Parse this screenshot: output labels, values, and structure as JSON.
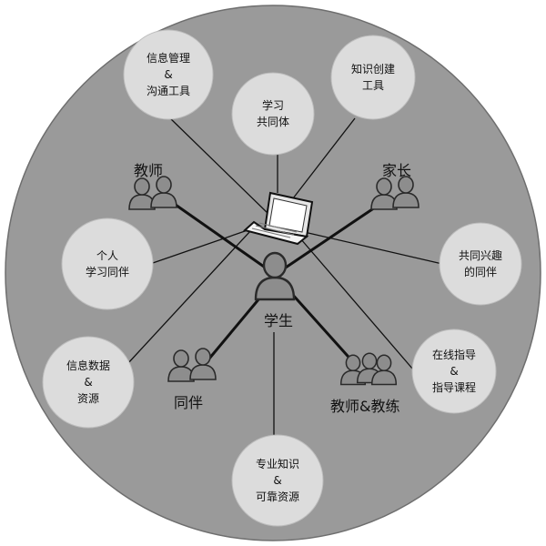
{
  "colors": {
    "outer_circle": "#9a9a9a",
    "outer_stroke": "#6e6e6e",
    "satellite_fill": "#dcdcdc",
    "satellite_stroke": "#bdbdbd",
    "person_fill": "#8d8d8d",
    "person_stroke": "#2a2a2a",
    "line_thin": "#111111",
    "line_thick": "#111111"
  },
  "satellites": [
    {
      "id": "sat-info-mgmt",
      "lines": [
        "信息管理",
        "&",
        "沟通工具"
      ]
    },
    {
      "id": "sat-study-community",
      "lines": [
        "学习",
        "共同体"
      ]
    },
    {
      "id": "sat-knowledge-tools",
      "lines": [
        "知识创建",
        "工具"
      ]
    },
    {
      "id": "sat-personal-peer",
      "lines": [
        "个人",
        "学习同伴"
      ]
    },
    {
      "id": "sat-shared-interest",
      "lines": [
        "共同兴趣",
        "的同伴"
      ]
    },
    {
      "id": "sat-info-data",
      "lines": [
        "信息数据",
        "&",
        "资源"
      ]
    },
    {
      "id": "sat-online-guidance",
      "lines": [
        "在线指导",
        "&",
        "指导课程"
      ]
    },
    {
      "id": "sat-expert-knowledge",
      "lines": [
        "专业知识",
        "&",
        "可靠资源"
      ]
    }
  ],
  "roles": {
    "teacher": "教师",
    "parent": "家长",
    "student": "学生",
    "peer": "同伴",
    "coach": "教师&教练"
  },
  "icons": {
    "laptop": "laptop-icon",
    "people": "people-icon",
    "person": "person-icon"
  }
}
